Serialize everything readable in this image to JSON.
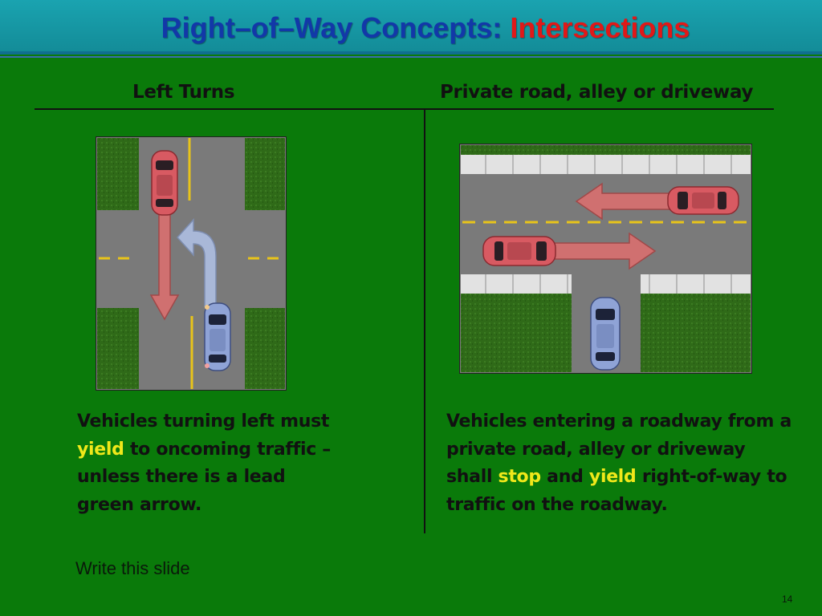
{
  "title": {
    "part1": "Right–of–Way Concepts: ",
    "part2": "Intersections"
  },
  "left": {
    "heading": "Left Turns",
    "text": {
      "t1": "Vehicles turning left must",
      "yield": "yield",
      "t2": " to oncoming traffic –",
      "t3": "unless there is a lead",
      "t4": "green arrow."
    }
  },
  "right": {
    "heading": "Private road, alley or driveway",
    "text": {
      "t1": "Vehicles entering a roadway from a",
      "t2": "private road, alley or driveway",
      "t3": "shall ",
      "stop": "stop",
      "t4": " and ",
      "yield": "yield",
      "t5": " right-of-way to",
      "t6": "traffic on the roadway."
    }
  },
  "note": "Write this slide",
  "page_number": "14",
  "colors": {
    "background": "#0a7a0a",
    "title_bar": "#1aa3b0",
    "title_text": "#1238a8",
    "title_accent": "#e01818",
    "highlight": "#f0e81a"
  }
}
